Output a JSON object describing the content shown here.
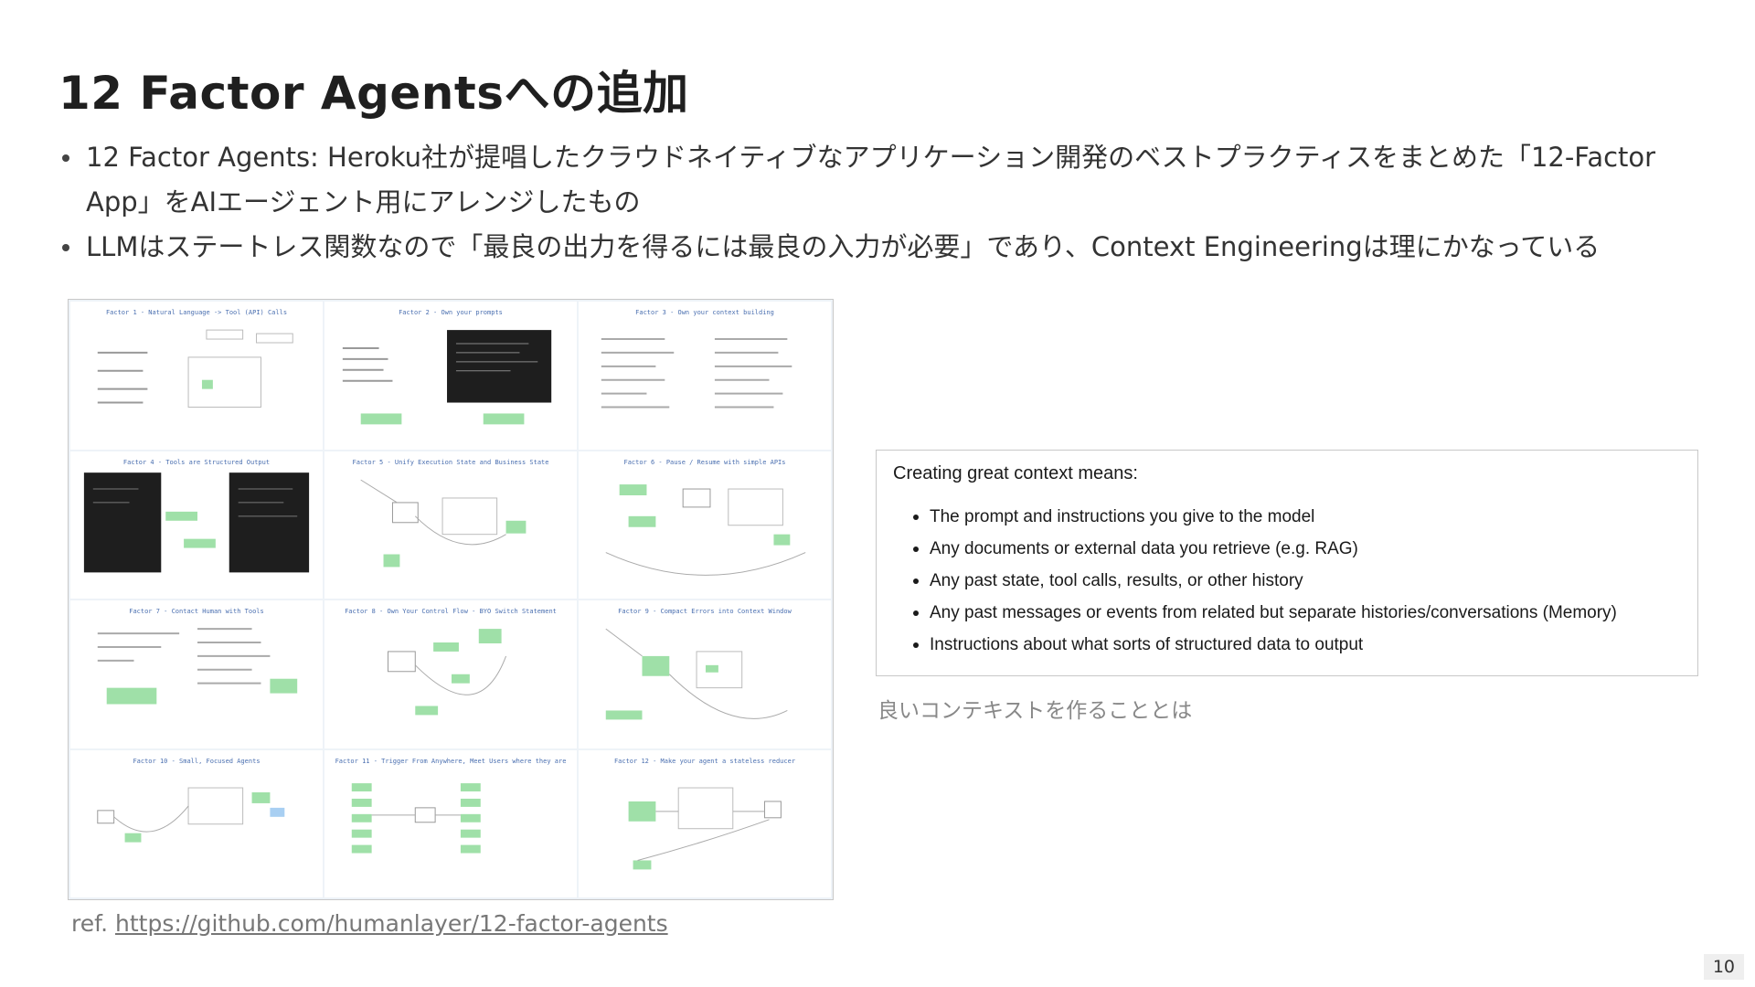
{
  "slide": {
    "title": "12 Factor Agentsへの追加",
    "bullets": [
      "12 Factor Agents: Heroku社が提唱したクラウドネイティブなアプリケーション開発のベストプラクティスをまとめた「12-Factor App」をAIエージェント用にアレンジしたもの",
      "LLMはステートレス関数なので「最良の出力を得るには最良の入力が必要」であり、Context Engineeringは理にかなっている"
    ],
    "ref_prefix": "ref.",
    "ref_link": "https://github.com/humanlayer/12-factor-agents",
    "page_number": "10"
  },
  "factors": [
    "Factor 1 - Natural Language -> Tool (API) Calls",
    "Factor 2 - Own your prompts",
    "Factor 3 - Own your context building",
    "Factor 4 - Tools are Structured Output",
    "Factor 5 - Unify Execution State and Business State",
    "Factor 6 - Pause / Resume with simple APIs",
    "Factor 7 - Contact Human with Tools",
    "Factor 8 - Own Your Control Flow - BYO Switch Statement",
    "Factor 9 - Compact Errors into Context Window",
    "Factor 10 - Small, Focused Agents",
    "Factor 11 - Trigger From Anywhere, Meet Users where they are",
    "Factor 12 - Make your agent a stateless reducer"
  ],
  "context_box": {
    "heading": "Creating great context means:",
    "items": [
      "The prompt and instructions you give to the model",
      "Any documents or external data you retrieve (e.g. RAG)",
      "Any past state, tool calls, results, or other history",
      "Any past messages or events from related but separate histories/conversations (Memory)",
      "Instructions about what sorts of structured data to output"
    ],
    "caption": "良いコンテキストを作ることとは"
  }
}
